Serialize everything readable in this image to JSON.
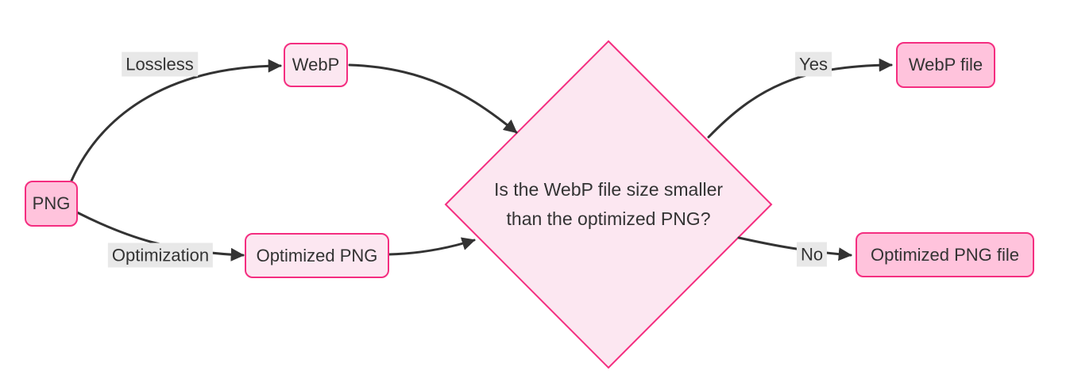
{
  "diagram_type": "flowchart",
  "colors": {
    "node_fill_strong": "#ffc3dc",
    "node_fill_light": "#fce7f1",
    "node_border": "#f42e80",
    "edge_line": "#333333",
    "edge_label_bg": "#e8e8e8",
    "text": "#333333",
    "background": "#ffffff"
  },
  "nodes": {
    "png": {
      "label": "PNG",
      "shape": "rounded-rect",
      "style": "strong"
    },
    "webp": {
      "label": "WebP",
      "shape": "rounded-rect",
      "style": "light"
    },
    "optimized_png": {
      "label": "Optimized PNG",
      "shape": "rounded-rect",
      "style": "light"
    },
    "decision": {
      "label": "Is the WebP file size smaller than the optimized PNG?",
      "lines": [
        "Is the WebP file size smaller",
        "than the optimized PNG?"
      ],
      "shape": "diamond",
      "style": "light"
    },
    "webp_file": {
      "label": "WebP file",
      "shape": "rounded-rect",
      "style": "strong"
    },
    "optimized_png_file": {
      "label": "Optimized PNG file",
      "shape": "rounded-rect",
      "style": "strong"
    }
  },
  "edges": [
    {
      "from": "png",
      "to": "webp",
      "label": "Lossless"
    },
    {
      "from": "png",
      "to": "optimized_png",
      "label": "Optimization"
    },
    {
      "from": "webp",
      "to": "decision",
      "label": ""
    },
    {
      "from": "optimized_png",
      "to": "decision",
      "label": ""
    },
    {
      "from": "decision",
      "to": "webp_file",
      "label": "Yes"
    },
    {
      "from": "decision",
      "to": "optimized_png_file",
      "label": "No"
    }
  ]
}
